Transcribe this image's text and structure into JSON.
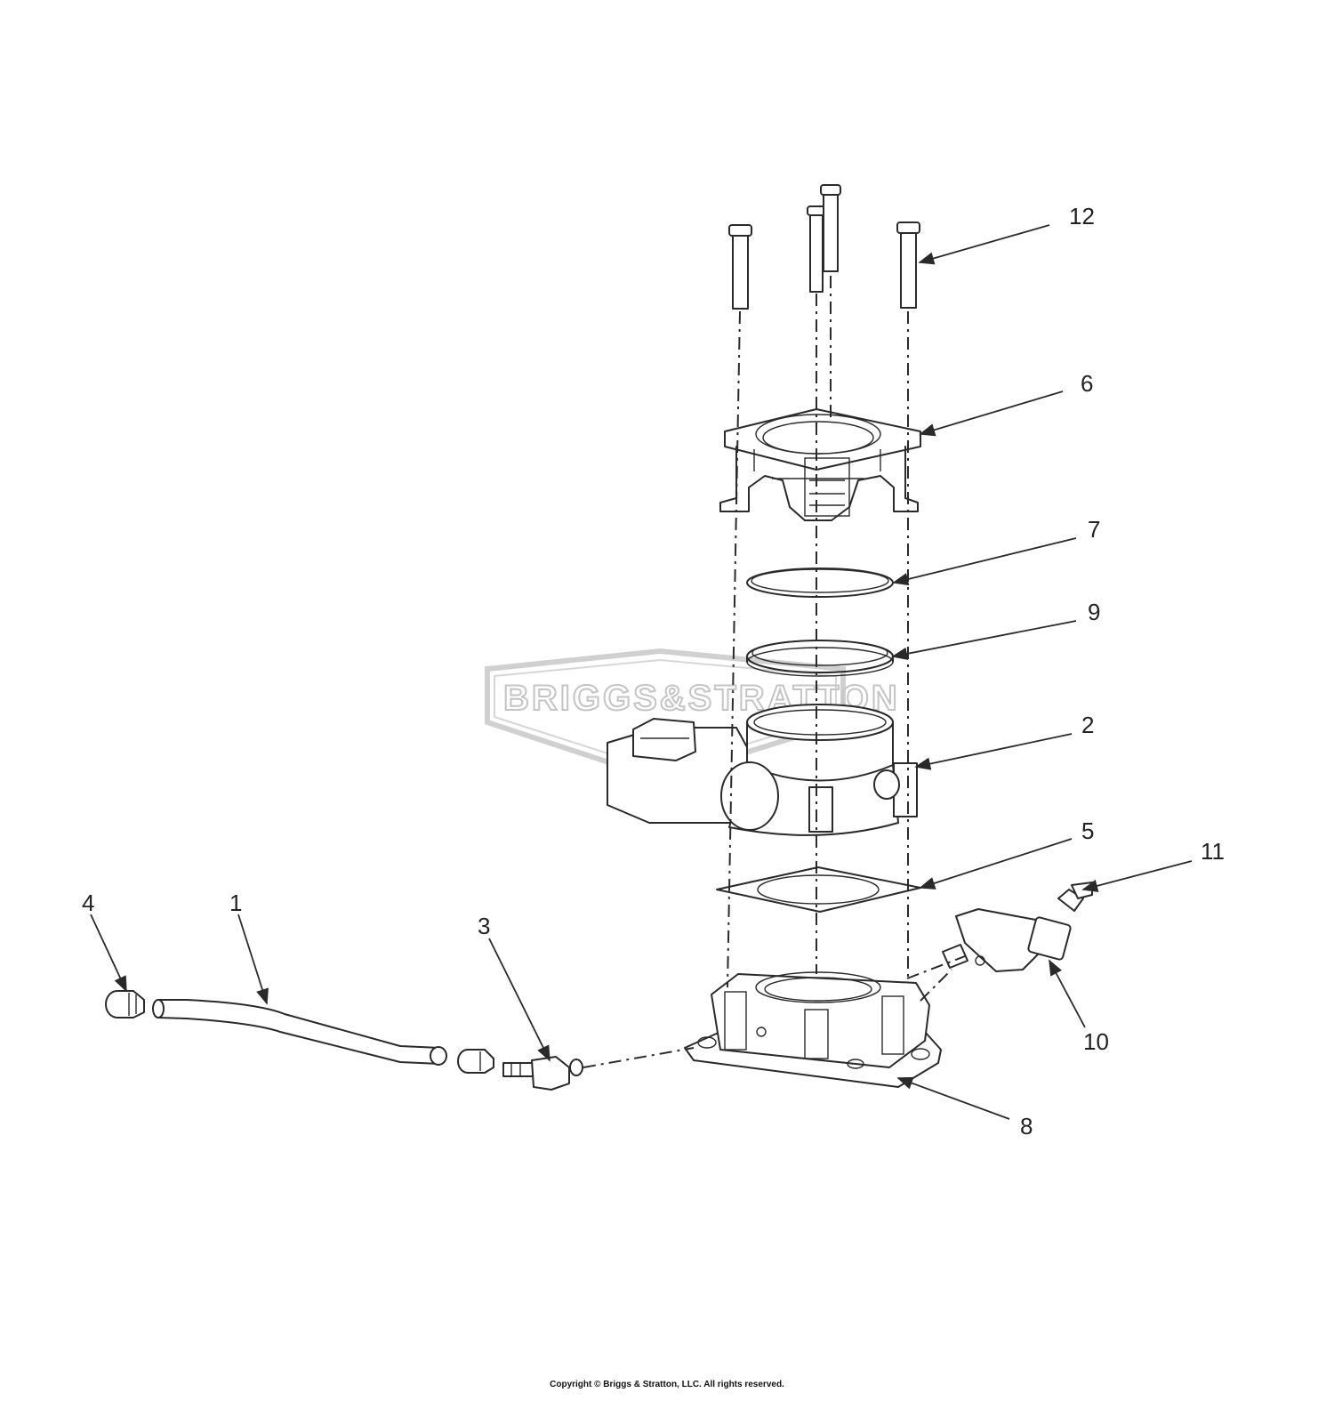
{
  "watermark": {
    "brand_text": "BRIGGS&STRATTON"
  },
  "callouts": [
    {
      "id": "c1",
      "label": "1"
    },
    {
      "id": "c2",
      "label": "2"
    },
    {
      "id": "c3",
      "label": "3"
    },
    {
      "id": "c4",
      "label": "4"
    },
    {
      "id": "c5",
      "label": "5"
    },
    {
      "id": "c6",
      "label": "6"
    },
    {
      "id": "c7",
      "label": "7"
    },
    {
      "id": "c8",
      "label": "8"
    },
    {
      "id": "c9",
      "label": "9"
    },
    {
      "id": "c10",
      "label": "10"
    },
    {
      "id": "c11",
      "label": "11"
    },
    {
      "id": "c12",
      "label": "12"
    }
  ],
  "footer": {
    "copyright": "Copyright © Briggs & Stratton, LLC. All rights reserved."
  }
}
